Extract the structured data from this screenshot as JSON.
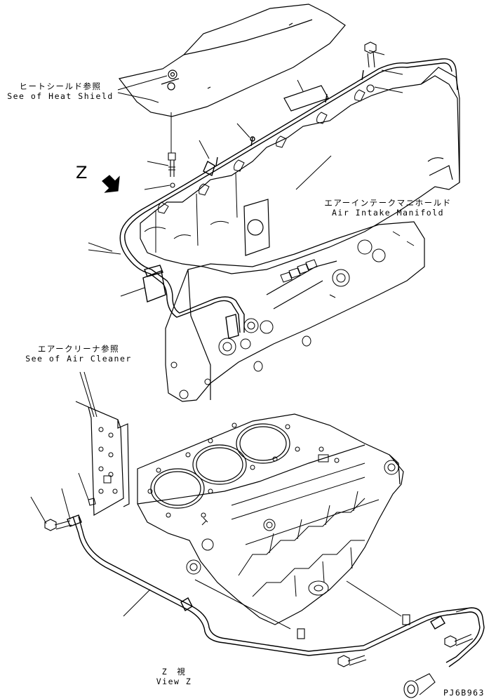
{
  "callouts": {
    "heat_shield": {
      "jp": "ヒートシールド参照",
      "en": "See of Heat Shield"
    },
    "intake_manifold": {
      "jp": "エアーインテークマニホールド",
      "en": "Air Intake Manifold"
    },
    "air_cleaner": {
      "jp": "エアークリーナ参照",
      "en": "See of Air Cleaner"
    }
  },
  "view": {
    "marker": "Z",
    "jp": "Z　視",
    "en": "View Z"
  },
  "drawing_code": "PJ6B963"
}
